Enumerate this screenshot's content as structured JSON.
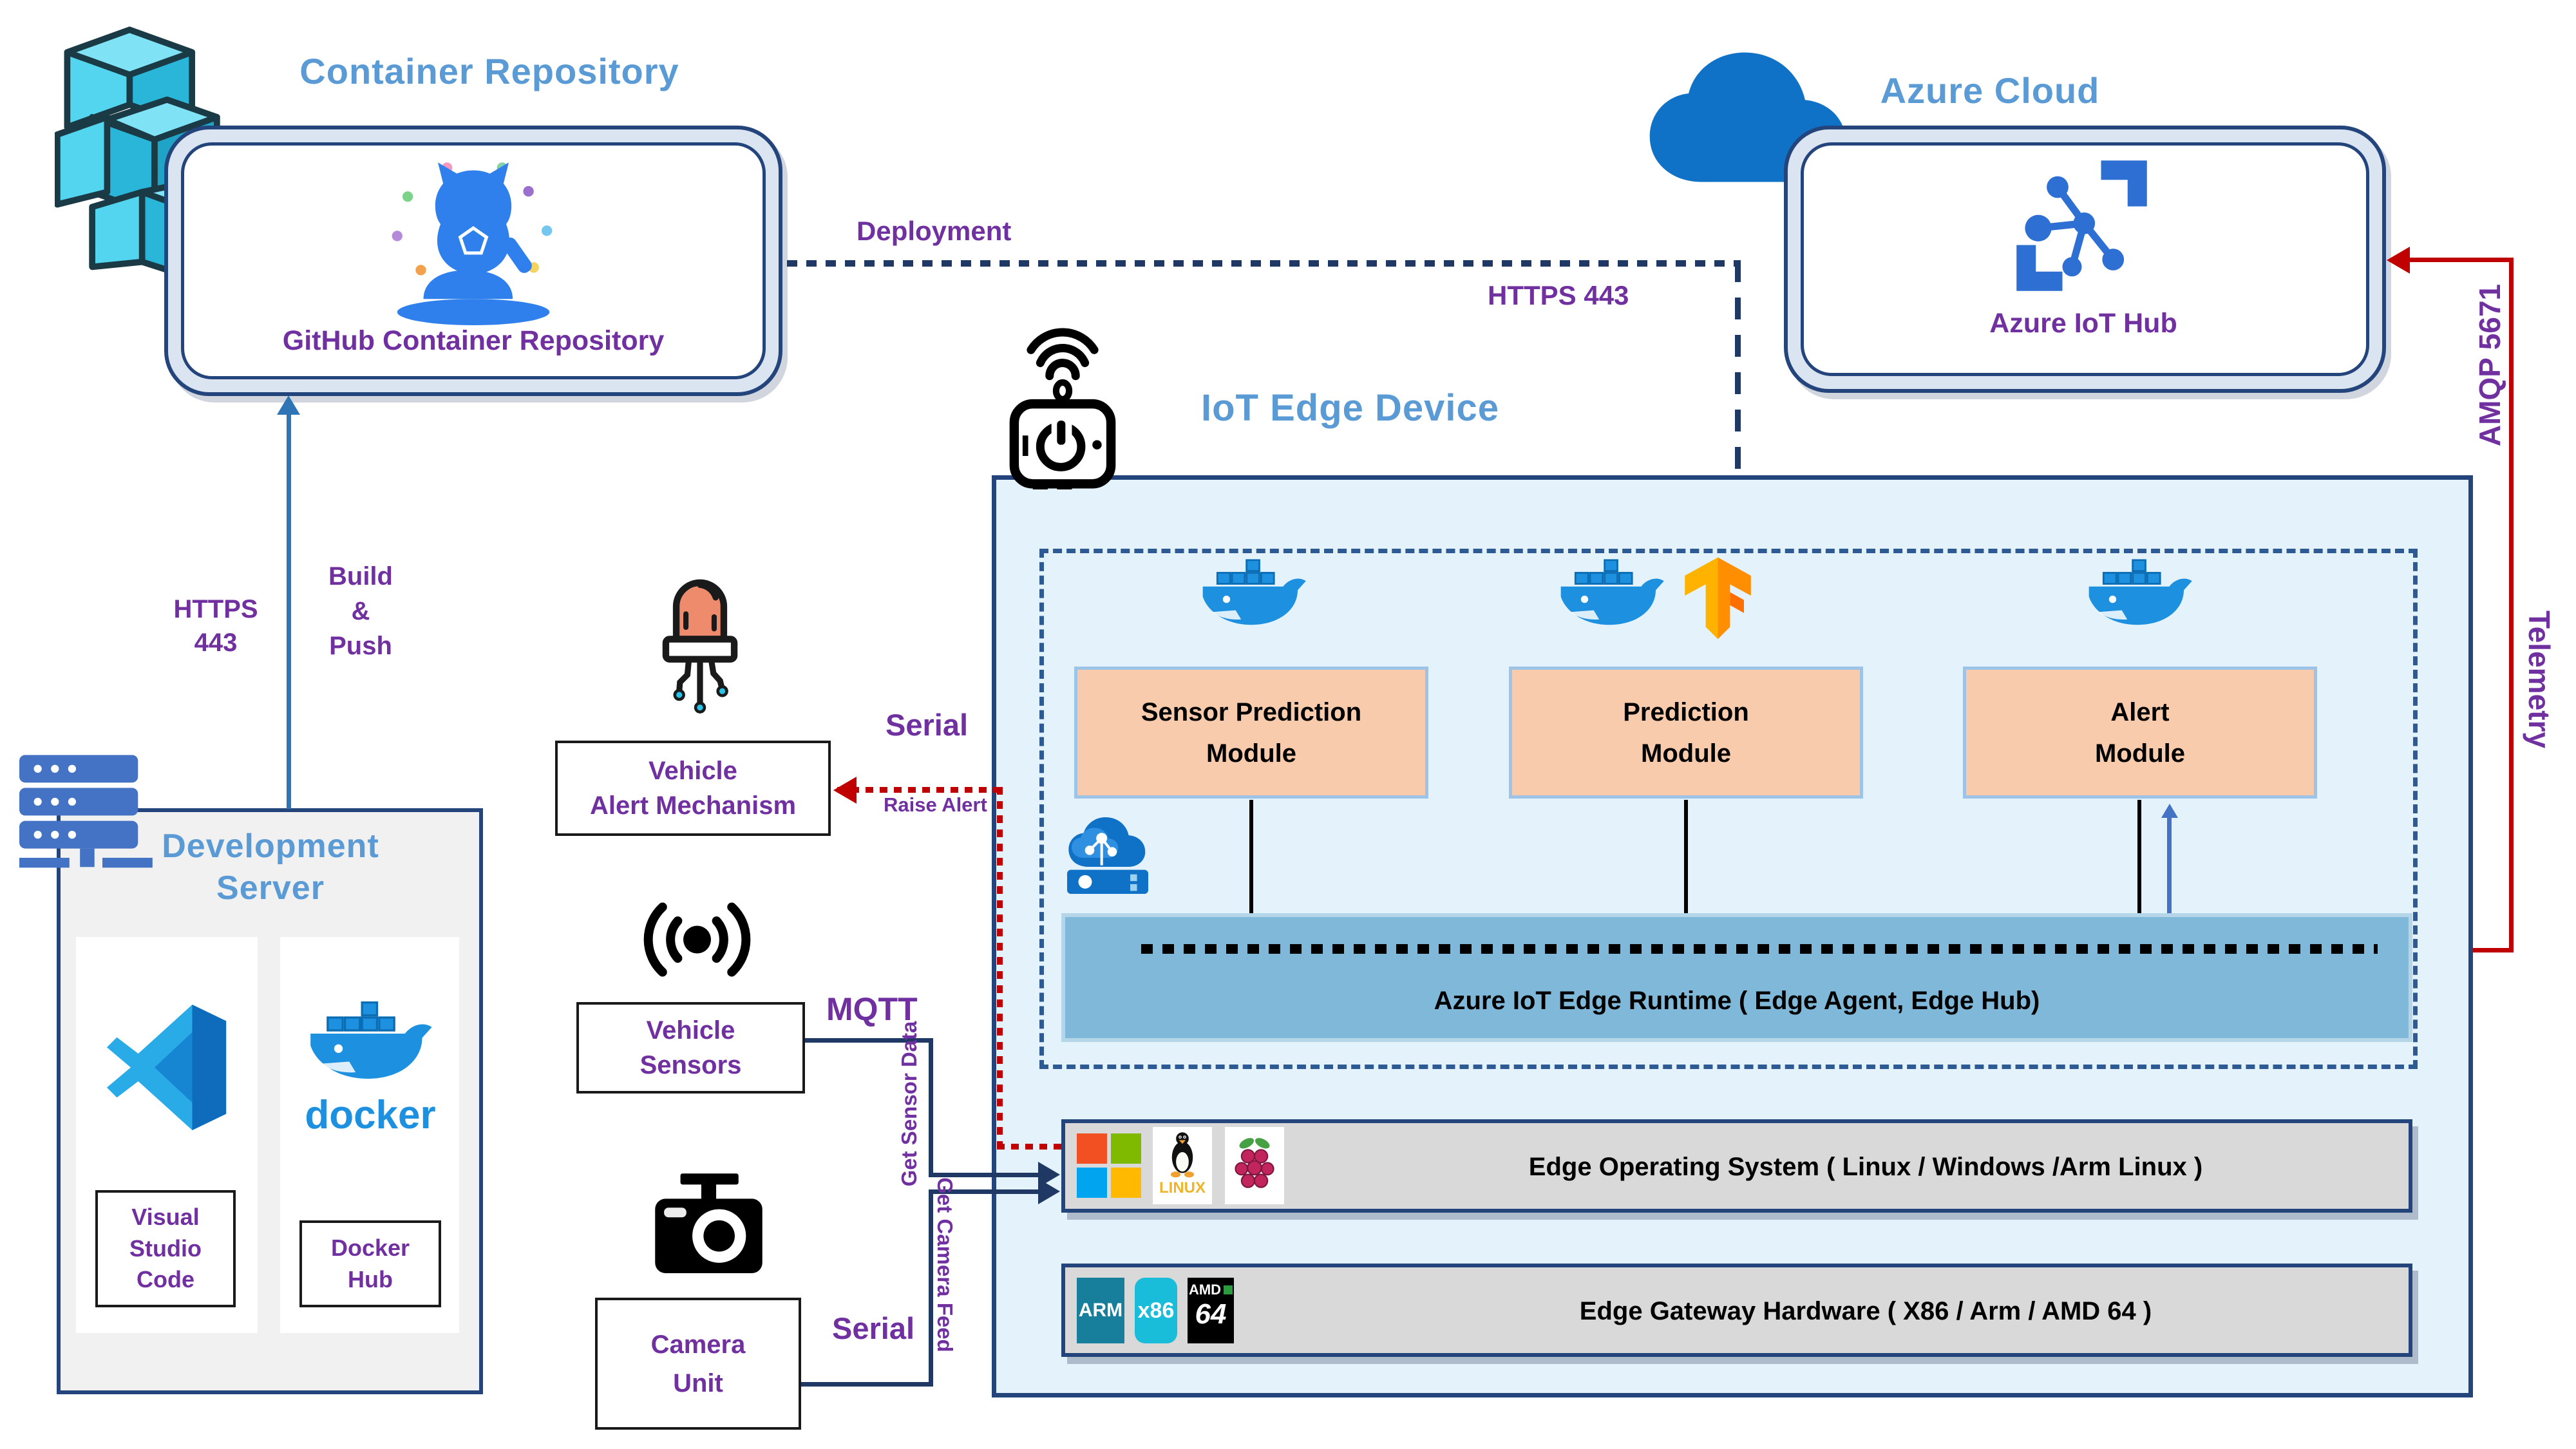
{
  "sections": {
    "container_repository": {
      "title": "Container Repository",
      "github_label": "GitHub Container Repository"
    },
    "azure_cloud": {
      "title": "Azure Cloud",
      "hub_label": "Azure IoT Hub"
    },
    "iot_edge_device": {
      "title": "IoT Edge Device",
      "modules": [
        {
          "name": "Sensor Prediction\nModule"
        },
        {
          "name": "Prediction\nModule"
        },
        {
          "name": "Alert\nModule"
        }
      ],
      "runtime_label": "Azure IoT Edge Runtime ( Edge Agent, Edge Hub)",
      "os_label": "Edge Operating System  ( Linux / Windows /Arm Linux )",
      "hw_label": "Edge Gateway Hardware ( X86 / Arm / AMD 64 )"
    },
    "development_server": {
      "title": "Development\nServer",
      "vscode_label": "Visual\nStudio\nCode",
      "dockerhub_label": "Docker\nHub",
      "docker_wordmark": "docker"
    },
    "peripherals": {
      "vehicle_alert_label": "Vehicle\nAlert Mechanism",
      "vehicle_sensors_label": "Vehicle\nSensors",
      "camera_unit_label": "Camera\nUnit"
    }
  },
  "connections": {
    "deployment": "Deployment",
    "https_443_top": "HTTPS 443",
    "https_443_left": "HTTPS\n443",
    "build_push": "Build\n&\nPush",
    "amqp_5671": "AMQP 5671",
    "telemetry": "Telemetry",
    "serial_alert": "Serial",
    "raise_alert": "Raise Alert",
    "mqtt": "MQTT",
    "get_sensor_data": "Get Sensor Data",
    "serial_camera": "Serial",
    "get_camera_feed": "Get Camera Feed"
  },
  "chips": {
    "arm": "ARM",
    "x86": "x86",
    "amd": "AMD",
    "amd_64": "64",
    "linux": "LINUX"
  },
  "colors": {
    "accent_blue": "#5b9bd5",
    "purple": "#7030a0",
    "navy": "#1f3864",
    "red": "#c00000",
    "module_fill": "#f8cbad",
    "module_border": "#9dc3e6",
    "runtime_fill": "#7fb8d9",
    "device_fill": "#e4f2fb",
    "bar_gray": "#d9d9d9",
    "docker_blue": "#1d90e0",
    "container_cyan": "#29b6d8"
  }
}
